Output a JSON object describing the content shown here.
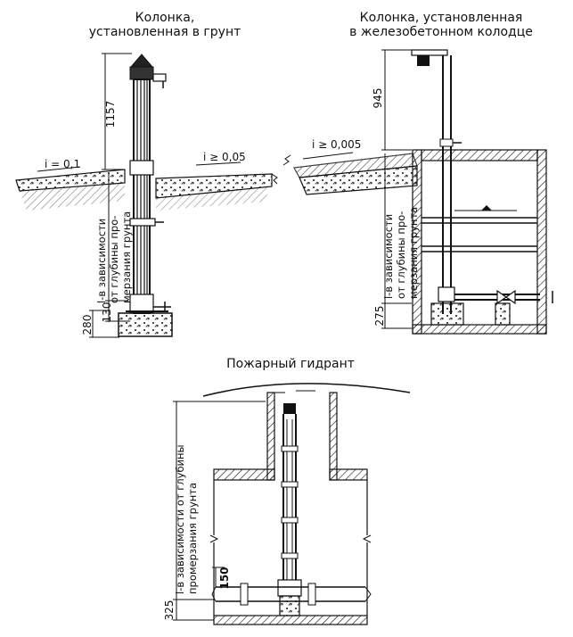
{
  "left_panel": {
    "title_line1": "Колонка,",
    "title_line2": "установленная в грунт",
    "dim_height": "1157",
    "dim_130": "130",
    "dim_280": "280",
    "slope_left": "i = 0,1",
    "slope_right": "i ≥ 0,05",
    "depth_note_line1": "l-в зависимости",
    "depth_note_line2": "от глубины про-",
    "depth_note_line3": "мерзания грунта"
  },
  "right_panel": {
    "title_line1": "Колонка, установленная",
    "title_line2": "в железобетонном колодце",
    "dim_height": "945",
    "dim_275": "275",
    "slope": "i ≥ 0,005",
    "depth_note_line1": "l-в зависимости",
    "depth_note_line2": "от глубины про-",
    "depth_note_line3": "мерзания грунта"
  },
  "bottom_panel": {
    "title": "Пожарный гидрант",
    "dim_150": "150",
    "dim_325": "325",
    "depth_note_line1": "l-в зависимости от глубины",
    "depth_note_line2": "промерзания грунта"
  }
}
